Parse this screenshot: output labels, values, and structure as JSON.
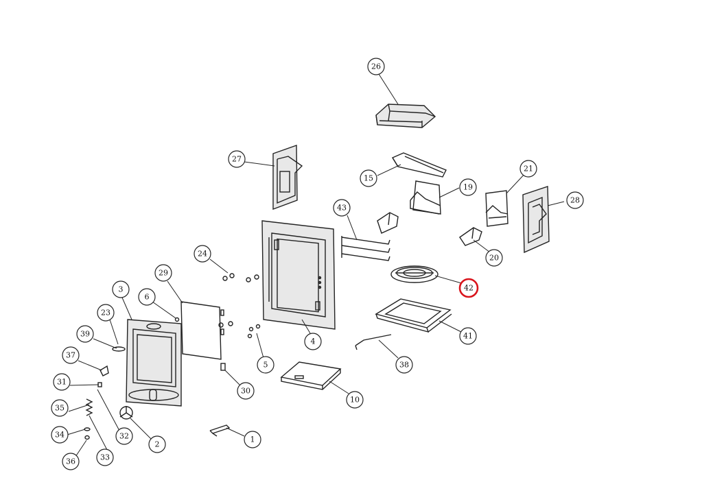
{
  "callouts": [
    {
      "id": "1",
      "label": "1"
    },
    {
      "id": "2",
      "label": "2"
    },
    {
      "id": "3",
      "label": "3"
    },
    {
      "id": "4",
      "label": "4"
    },
    {
      "id": "5",
      "label": "5"
    },
    {
      "id": "6",
      "label": "6"
    },
    {
      "id": "10",
      "label": "10"
    },
    {
      "id": "15",
      "label": "15"
    },
    {
      "id": "19",
      "label": "19"
    },
    {
      "id": "20",
      "label": "20"
    },
    {
      "id": "21",
      "label": "21"
    },
    {
      "id": "23",
      "label": "23"
    },
    {
      "id": "24",
      "label": "24"
    },
    {
      "id": "26",
      "label": "26"
    },
    {
      "id": "27",
      "label": "27"
    },
    {
      "id": "28",
      "label": "28"
    },
    {
      "id": "29",
      "label": "29"
    },
    {
      "id": "30",
      "label": "30"
    },
    {
      "id": "31",
      "label": "31"
    },
    {
      "id": "32",
      "label": "32"
    },
    {
      "id": "33",
      "label": "33"
    },
    {
      "id": "34",
      "label": "34"
    },
    {
      "id": "35",
      "label": "35"
    },
    {
      "id": "36",
      "label": "36"
    },
    {
      "id": "37",
      "label": "37"
    },
    {
      "id": "38",
      "label": "38"
    },
    {
      "id": "39",
      "label": "39"
    },
    {
      "id": "41",
      "label": "41"
    },
    {
      "id": "42",
      "label": "42",
      "highlighted": true
    },
    {
      "id": "43",
      "label": "43"
    }
  ],
  "colors": {
    "line": "#222222",
    "highlight": "#d9141c",
    "background": "#ffffff"
  }
}
